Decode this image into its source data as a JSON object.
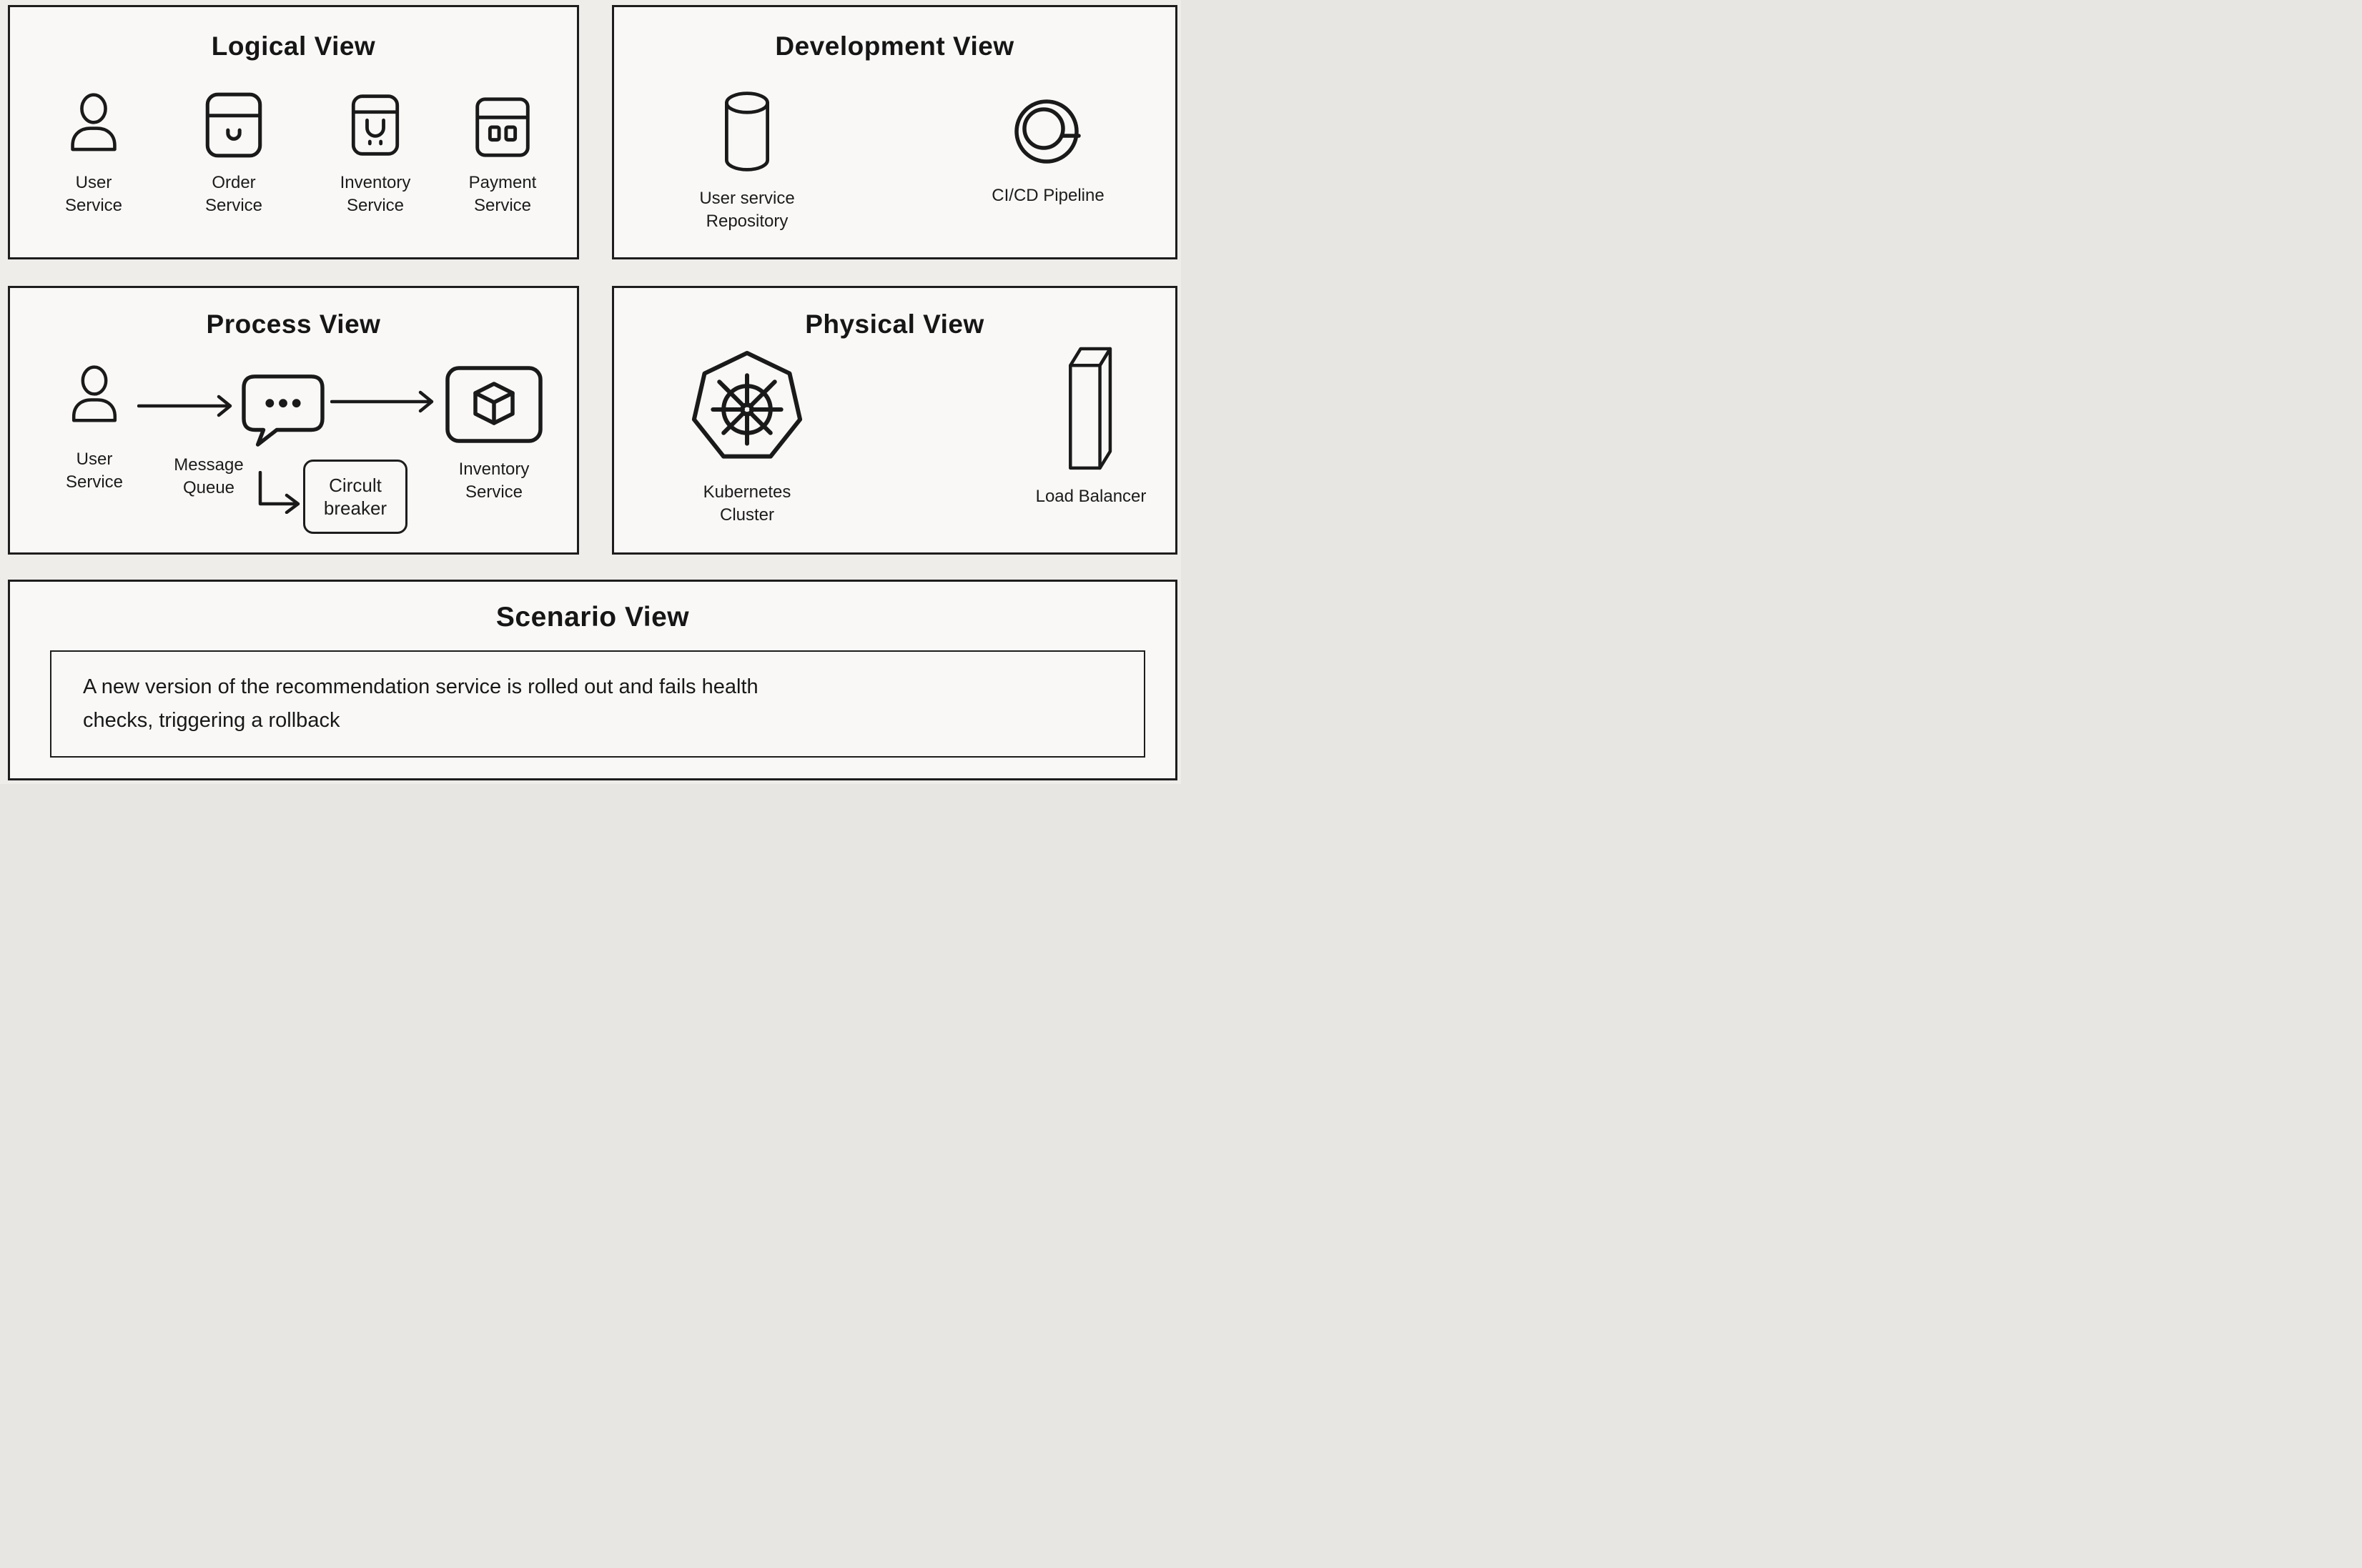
{
  "colors": {
    "stroke": "#1a1a1a",
    "panel_bg": "#f9f8f6",
    "page_bg": "#efedea",
    "border": "#1d1d1d"
  },
  "panels": {
    "logical": {
      "title": "Logical View",
      "items": [
        {
          "label": "User Service",
          "icon": "user-icon"
        },
        {
          "label": "Order Service",
          "icon": "order-box-icon"
        },
        {
          "label": "Inventory Service",
          "icon": "inventory-basket-icon"
        },
        {
          "label": "Payment Service",
          "icon": "payment-card-icon"
        }
      ]
    },
    "development": {
      "title": "Development View",
      "items": [
        {
          "label": "User service Repository",
          "icon": "database-cylinder-icon"
        },
        {
          "label": "CI/CD Pipeline",
          "icon": "cicd-loop-icon"
        }
      ]
    },
    "process": {
      "title": "Process View",
      "nodes": {
        "user": "User Service",
        "queue": "Message Queue",
        "breaker": "Circult breaker",
        "inventory": "Inventory Service"
      }
    },
    "physical": {
      "title": "Physical View",
      "items": [
        {
          "label": "Kubernetes Cluster",
          "icon": "kubernetes-wheel-icon"
        },
        {
          "label": "Load Balancer",
          "icon": "load-balancer-icon"
        }
      ]
    },
    "scenario": {
      "title": "Scenario View",
      "text": "A new version of the recommendation service is rolled out and fails health\nchecks, triggering a rollback"
    }
  }
}
